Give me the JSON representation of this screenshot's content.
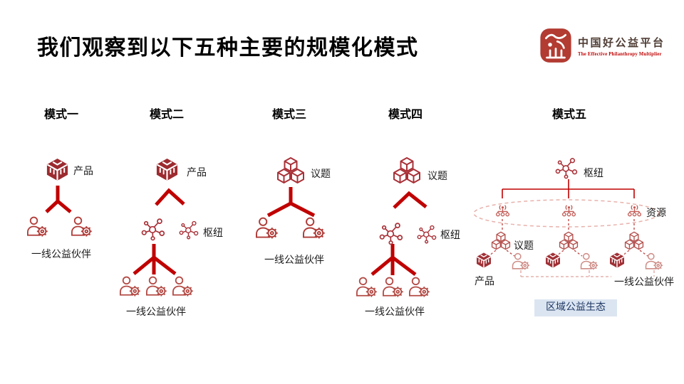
{
  "slide_title": "我们观察到以下五种主要的规模化模式",
  "logo": {
    "name_zh": "中国好公益平台",
    "name_en": "The Effective Philanthropy Multiplier"
  },
  "models": [
    {
      "header": "模式一",
      "product_label": "产品",
      "partner_label": "一线公益伙伴"
    },
    {
      "header": "模式二",
      "product_label": "产品",
      "hub_label": "枢纽",
      "partner_label": "一线公益伙伴"
    },
    {
      "header": "模式三",
      "issue_label": "议题",
      "partner_label": "一线公益伙伴"
    },
    {
      "header": "模式四",
      "issue_label": "议题",
      "hub_label": "枢纽",
      "partner_label": "一线公益伙伴"
    },
    {
      "header": "模式五",
      "hub_label": "枢纽",
      "resource_label": "资源",
      "issue_label": "议题",
      "product_label": "产品",
      "partner_label": "一线公益伙伴",
      "ecosystem_label": "区域公益生态"
    }
  ],
  "colors": {
    "connector_red": "#C00000",
    "cube_dark": "#9C2B2F",
    "cube_outline": "#A93138",
    "person_red": "#AF3B37",
    "person_light": "#CE8D87",
    "ellipse_pink": "#E8B2AC",
    "ecosystem_bg": "#DBE5F1",
    "ecosystem_text": "#1F3864",
    "logo_red": "#B23B32",
    "logo_text": "#4F3D35"
  }
}
